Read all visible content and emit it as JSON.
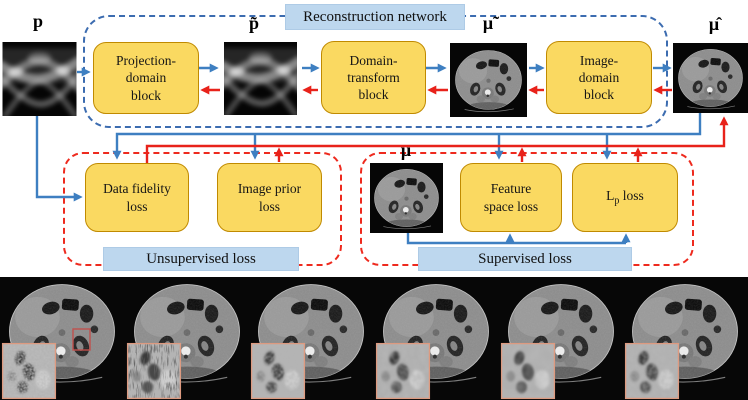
{
  "reconstruction_network": {
    "title": "Reconstruction network",
    "input_sinogram_label": "p",
    "restored_sinogram_label": "p̃",
    "intermediate_image_label": "μ̃",
    "output_image_label": "μ̂",
    "projection_block": "Projection-\ndomain\nblock",
    "transform_block": "Domain-\ntransform\nblock",
    "image_block": "Image-\ndomain\nblock"
  },
  "unsupervised_loss": {
    "title": "Unsupervised loss",
    "data_fidelity": "Data fidelity\nloss",
    "image_prior": "Image prior\nloss"
  },
  "supervised_loss": {
    "title": "Supervised loss",
    "reference_image_label": "μ",
    "feature_space": "Feature\nspace loss",
    "lp": {
      "base": "L",
      "sub": "p",
      "rest": " loss"
    }
  },
  "results": {
    "panel_count": 6
  },
  "colors": {
    "forward_arrow": "#3E7FC1",
    "backward_arrow": "#E8221A",
    "block_fill": "#FAD961",
    "block_border": "#C08A00",
    "section_label_bg": "#BDD7EE",
    "network_outline": "#3C6CB0",
    "loss_outline": "#EE2A1E"
  }
}
